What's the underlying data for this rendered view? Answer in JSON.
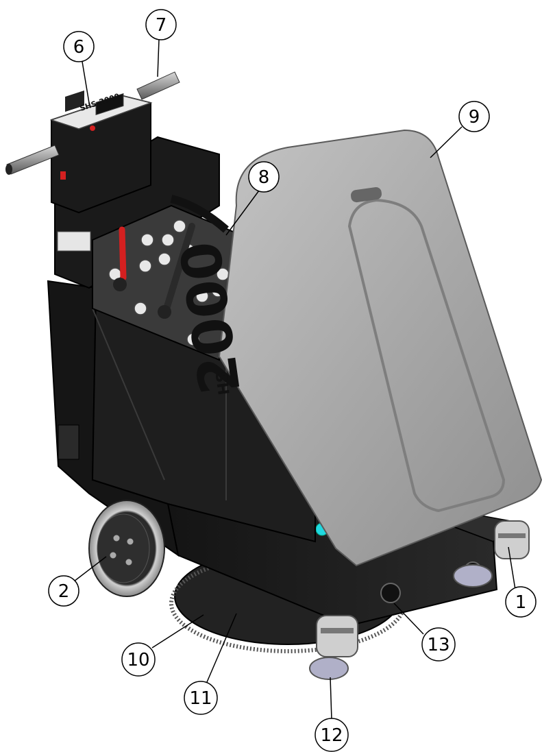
{
  "diagram": {
    "lid_model_text": "2000",
    "lid_model_suffix": "HS",
    "console_brand_text": "SHS-2000",
    "callouts": [
      {
        "id": "c1",
        "label": "1"
      },
      {
        "id": "c2",
        "label": "2"
      },
      {
        "id": "c6",
        "label": "6"
      },
      {
        "id": "c7",
        "label": "7"
      },
      {
        "id": "c8",
        "label": "8"
      },
      {
        "id": "c9",
        "label": "9"
      },
      {
        "id": "c10",
        "label": "10"
      },
      {
        "id": "c11",
        "label": "11"
      },
      {
        "id": "c12",
        "label": "12"
      },
      {
        "id": "c13",
        "label": "13"
      }
    ]
  },
  "colors": {
    "body": "#1c1c1c",
    "body_edge": "#333333",
    "lid": "#a9a9a9",
    "handle": "#9a9a9a",
    "accent_red": "#d42020",
    "accent_cyan": "#20d8e0"
  }
}
